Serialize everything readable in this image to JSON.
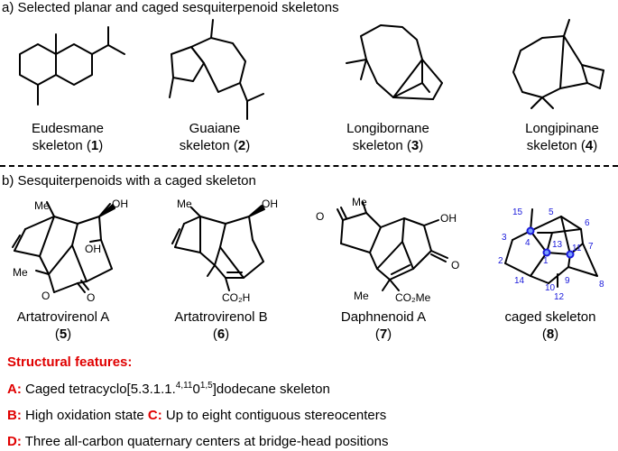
{
  "section_a": {
    "title": "a) Selected planar and caged sesquiterpenoid skeletons"
  },
  "section_b": {
    "title": "b) Sesquiterpenoids with a caged skeleton"
  },
  "skeletons_a": [
    {
      "name": "Eudesmane",
      "line2": "skeleton (",
      "num": "1",
      "close": ")"
    },
    {
      "name": "Guaiane",
      "line2": "skeleton (",
      "num": "2",
      "close": ")"
    },
    {
      "name": "Longibornane",
      "line2": "skeleton (",
      "num": "3",
      "close": ")"
    },
    {
      "name": "Longipinane",
      "line2": "skeleton (",
      "num": "4",
      "close": ")"
    }
  ],
  "compounds_b": [
    {
      "name": "Artatrovirenol A",
      "num": "5"
    },
    {
      "name": "Artatrovirenol B",
      "num": "6"
    },
    {
      "name": "Daphnenoid A",
      "num": "7"
    },
    {
      "name": "caged skeleton",
      "num": "8"
    }
  ],
  "atom_labels": {
    "oh": "OH",
    "me": "Me",
    "o": "O",
    "co2h": "CO₂H",
    "co2me": "CO₂Me"
  },
  "cage_numbers": [
    "15",
    "5",
    "6",
    "3",
    "4",
    "13",
    "11",
    "1",
    "7",
    "2",
    "14",
    "10",
    "9",
    "8",
    "12"
  ],
  "features": {
    "title": "Structural features:",
    "a_key": "A:",
    "a_text_pre": " Caged tetracyclo[5.3.1.1.",
    "a_sup1": "4,11",
    "a_mid": "0",
    "a_sup2": "1,5",
    "a_post": "]dodecane skeleton",
    "b_key": "B:",
    "b_text": " High oxidation state ",
    "c_key": "C:",
    "c_text": " Up to eight contiguous stereocenters",
    "d_key": "D:",
    "d_text": " Three all-carbon quaternary centers at bridge-head positions"
  }
}
